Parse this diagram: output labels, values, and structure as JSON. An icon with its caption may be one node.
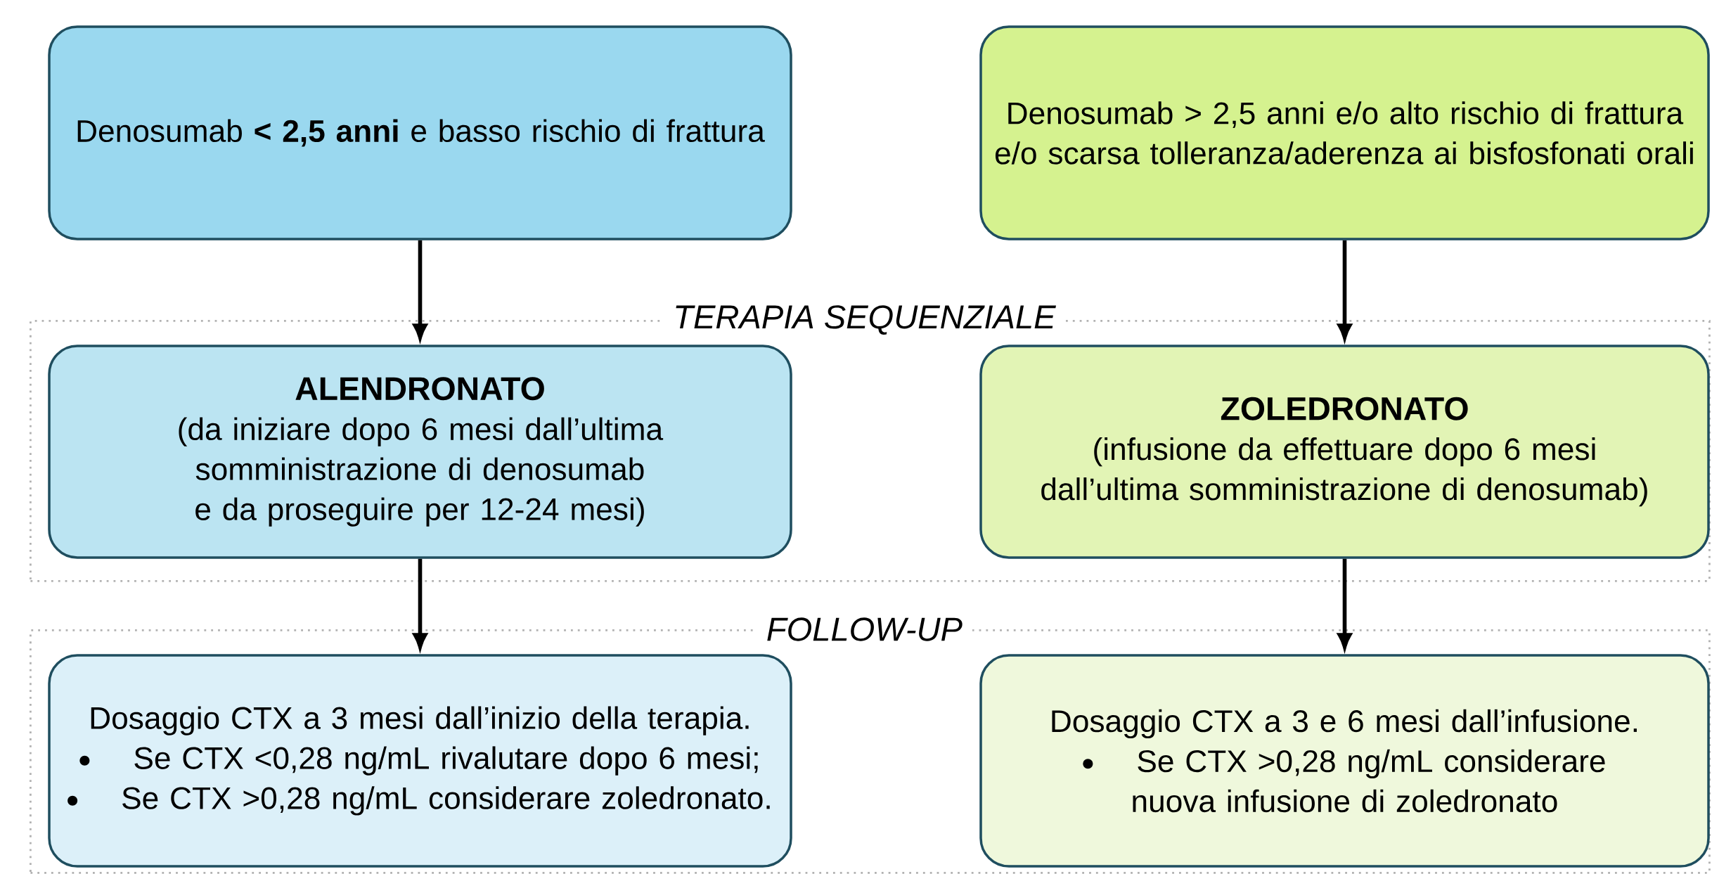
{
  "diagram": {
    "nodes": [
      {
        "text": [
          "Denosumab **< 2,5 anni** e basso rischio di frattura"
        ]
      },
      {
        "text": [
          "Denosumab > 2,5 anni e/o alto rischio di frattura e/o scarsa tolleranza/aderenza ai bisfosfonati orali"
        ]
      },
      {
        "text": [
          "TERAPIA SEQUENZIALE"
        ]
      },
      {
        "text": [
          "ALENDRONATO",
          "(da iniziare dopo 6 mesi dall’ultima somministrazione di denosumab e da proseguire per 12-24 mesi)"
        ],
        "in": 2
      },
      {
        "text": [
          "ZOLEDRONATO",
          "(infusione da effettuare dopo 6 mesi dall’ultima somministrazione di denosumab)"
        ],
        "in": 2
      },
      {
        "text": [
          "FOLLOW-UP"
        ]
      },
      {
        "text": [
          "Dosaggio CTX a 3 mesi dall’inizio della terapia.",
          "Se CTX <0,28 ng/mL rivalutare dopo 6 mesi;",
          "Se CTX >0,28 ng/mL considerare zoledronato."
        ],
        "in": 5
      },
      {
        "text": [
          "Dosaggio CTX a 3 e 6 mesi dall’infusione.",
          "Se CTX >0,28 ng/mL considerare nuova infusione di zoledronato"
        ],
        "in": 5
      }
    ],
    "edges": [
      {
        "from": 0,
        "to": 3,
        "arrow": "to"
      },
      {
        "from": 1,
        "to": 4,
        "arrow": "to"
      },
      {
        "from": 3,
        "to": 6,
        "arrow": "to"
      },
      {
        "from": 4,
        "to": 7,
        "arrow": "to"
      }
    ]
  }
}
